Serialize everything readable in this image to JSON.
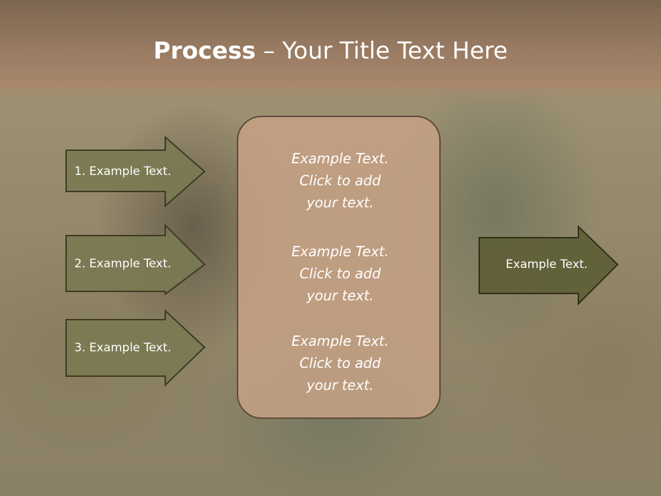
{
  "slide": {
    "title_bold": "Process",
    "title_rest": " – Your Title Text Here"
  },
  "left_steps": [
    {
      "label": "1. Example Text."
    },
    {
      "label": "2. Example Text."
    },
    {
      "label": "3. Example Text."
    }
  ],
  "center_box": {
    "paragraphs": [
      {
        "lines": [
          "Example Text.",
          "Click  to add",
          "your text."
        ]
      },
      {
        "lines": [
          "Example Text.",
          "Click  to add",
          "your text."
        ]
      },
      {
        "lines": [
          "Example Text.",
          "Click  to add",
          "your text."
        ]
      }
    ]
  },
  "right_arrow": {
    "label": "Example Text."
  },
  "colors": {
    "header": "#9a7c63",
    "left_arrow_fill": "#7b7a52",
    "right_arrow_fill": "#5f5f38",
    "box_fill": "#c4a084",
    "box_border": "#5f4a3a",
    "text": "#ffffff"
  }
}
